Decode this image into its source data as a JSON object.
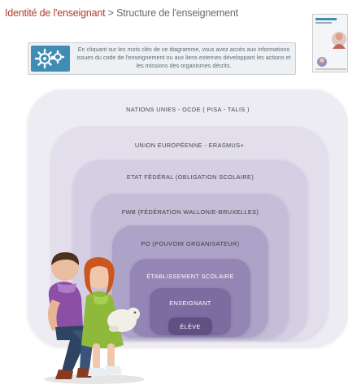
{
  "breadcrumb": {
    "section": "Identité de l'enseignant",
    "separator": ">",
    "page": "Structure de l'enseignement"
  },
  "info_banner": {
    "text": "En cliquant sur les mots clés de ce diagramme, vous avez accès aux informations issues du code de l'enseignement ou aux liens externes développant les actions et les missions des organismes décrits.",
    "icon": "gears-icon"
  },
  "thumbnail": {
    "icon": "publication-cover-thumbnail"
  },
  "diagram": {
    "layers": [
      {
        "label": "NATIONS UNIES  -  OCDE ( PISA  -  TALIS )",
        "color": "#eeecf3"
      },
      {
        "label": "UNION EUROPÉENNE  -  ERASMUS+",
        "color": "#e2deec"
      },
      {
        "label": "ETAT FÉDÉRAL (OBLIGATION SCOLAIRE)",
        "color": "#d5cfe3"
      },
      {
        "label": "FWB (FÉDÉRATION WALLONIE-BRUXELLES)",
        "color": "#c5bed8"
      },
      {
        "label": "PO (POUVOIR ORGANISATEUR)",
        "color": "#ada3c8"
      },
      {
        "label": "ÉTABLISSEMENT SCOLAIRE",
        "color": "#9386b4"
      },
      {
        "label": "ENSEIGNANT",
        "color": "#7b6d9f"
      },
      {
        "label": "ÉLÈVE",
        "color": "#5f5282"
      }
    ]
  },
  "illustration": {
    "icon": "children-illustration"
  }
}
